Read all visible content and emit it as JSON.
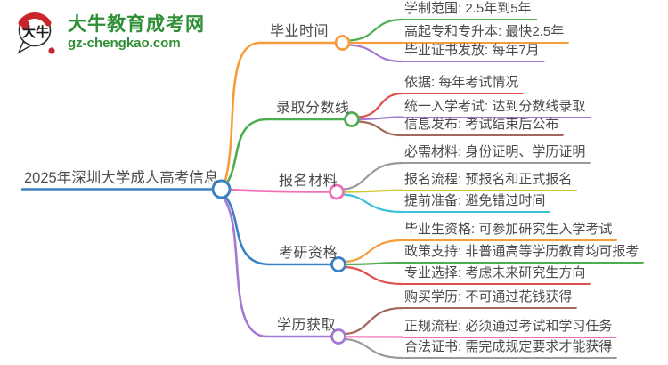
{
  "logo": {
    "bubble_text": "大牛",
    "site_name": "大牛教育成考网",
    "site_url": "gz-chengkao.com",
    "brand_green": "#2f8f35",
    "seal_red": "#c9252c"
  },
  "root": {
    "label": "2025年深圳大学成人高考信息",
    "color": "#3b82c4"
  },
  "branches": [
    {
      "label": "毕业时间",
      "color": "#f79b3c",
      "leaves": [
        {
          "text": "学制范围: 2.5年到5年",
          "color": "#4cae4f"
        },
        {
          "text": "高起专和专升本: 最快2.5年",
          "color": "#f79b3c"
        },
        {
          "text": "毕业证书发放: 每年7月",
          "color": "#a579d2"
        }
      ]
    },
    {
      "label": "录取分数线",
      "color": "#4cae4f",
      "leaves": [
        {
          "text": "依据: 每年考试情况",
          "color": "#e04f4f"
        },
        {
          "text": "统一入学考试: 达到分数线录取",
          "color": "#a579d2"
        },
        {
          "text": "信息发布: 考试结束后公布",
          "color": "#a2675d"
        }
      ]
    },
    {
      "label": "报名材料",
      "color": "#f06eb8",
      "leaves": [
        {
          "text": "必需材料: 身份证明、学历证明",
          "color": "#9a9a9a"
        },
        {
          "text": "报名流程: 预报名和正式报名",
          "color": "#d4c832"
        },
        {
          "text": "提前准备: 避免错过时间",
          "color": "#3bc3d5"
        }
      ]
    },
    {
      "label": "考研资格",
      "color": "#3b82c4",
      "leaves": [
        {
          "text": "毕业生资格: 可参加研究生入学考试",
          "color": "#f79b3c"
        },
        {
          "text": "政策支持: 非普通高等学历教育均可报考",
          "color": "#4cae4f"
        },
        {
          "text": "专业选择: 考虑未来研究生方向",
          "color": "#e04f4f"
        }
      ]
    },
    {
      "label": "学历获取",
      "color": "#a579d2",
      "leaves": [
        {
          "text": "购买学历: 不可通过花钱获得",
          "color": "#a2675d"
        },
        {
          "text": "正规流程: 必须通过考试和学习任务",
          "color": "#f06eb8"
        },
        {
          "text": "合法证书: 需完成规定要求才能获得",
          "color": "#9a9a9a"
        }
      ]
    }
  ]
}
